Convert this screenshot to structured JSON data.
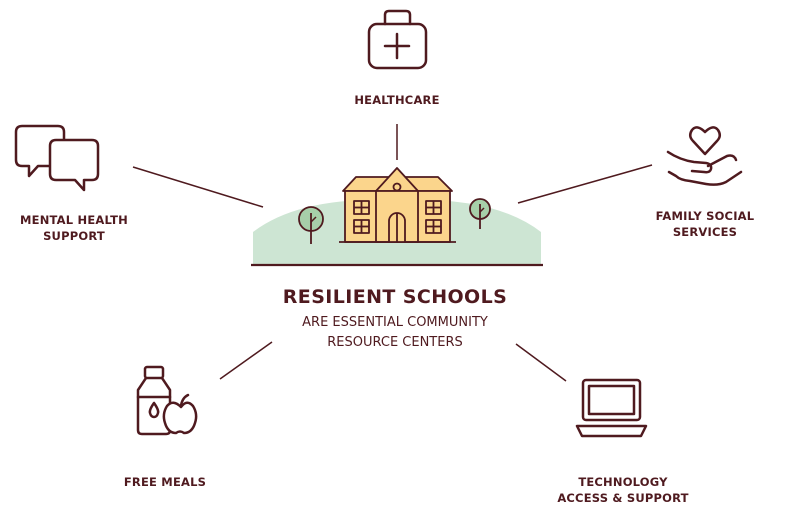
{
  "center": {
    "title": "RESILIENT SCHOOLS",
    "subtitle": "ARE ESSENTIAL COMMUNITY\nRESOURCE CENTERS"
  },
  "nodes": {
    "healthcare": {
      "label": "HEALTHCARE",
      "icon": "medical-bag-icon"
    },
    "mental_health": {
      "label": "MENTAL HEALTH\nSUPPORT",
      "icon": "speech-bubbles-icon"
    },
    "family_social": {
      "label": "FAMILY SOCIAL\nSERVICES",
      "icon": "heart-in-hand-icon"
    },
    "free_meals": {
      "label": "FREE MEALS",
      "icon": "milk-bottle-and-apple-icon"
    },
    "technology": {
      "label": "TECHNOLOGY\nACCESS & SUPPORT",
      "icon": "laptop-icon"
    }
  },
  "colors": {
    "primary": "#4f1a1f",
    "ground": "#cde5d3",
    "building": "#fbd58c",
    "tree": "#a7cfa9"
  }
}
